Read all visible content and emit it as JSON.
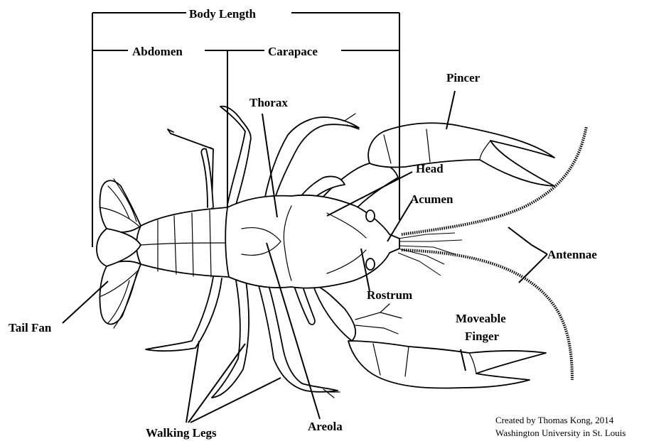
{
  "diagram": {
    "labels": {
      "body_length": "Body Length",
      "abdomen": "Abdomen",
      "carapace": "Carapace",
      "thorax": "Thorax",
      "pincer": "Pincer",
      "head": "Head",
      "acumen": "Acumen",
      "antennae": "Antennae",
      "rostrum": "Rostrum",
      "moveable_finger_line1": "Moveable",
      "moveable_finger_line2": "Finger",
      "tail_fan": "Tail Fan",
      "walking_legs": "Walking Legs",
      "areola": "Areola"
    },
    "credit": {
      "line1": "Created by Thomas Kong, 2014",
      "line2": "Washington University in St. Louis"
    }
  }
}
